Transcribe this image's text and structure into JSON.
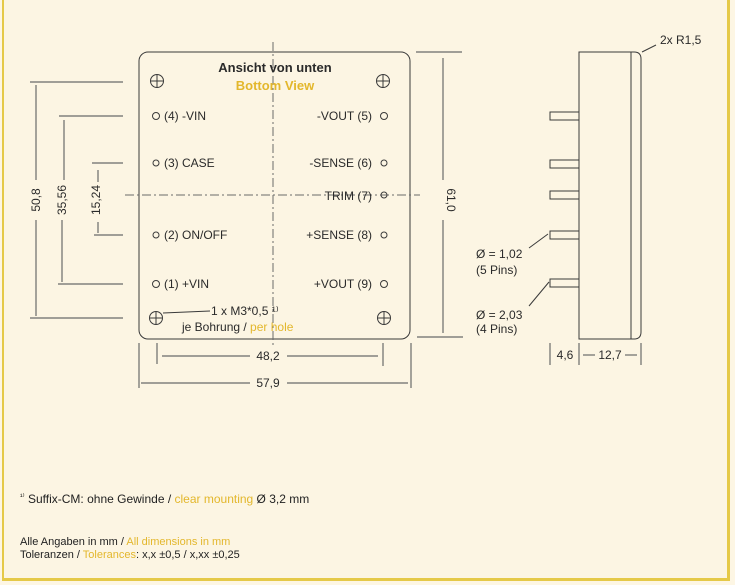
{
  "bottom_view": {
    "title_de": "Ansicht von unten",
    "title_en": "Bottom View",
    "pins_left": [
      {
        "label": "(4) -VIN"
      },
      {
        "label": "(3) CASE"
      },
      {
        "label": "(2) ON/OFF"
      },
      {
        "label": "(1) +VIN"
      }
    ],
    "pins_right": [
      {
        "label": "-VOUT (5)"
      },
      {
        "label": "-SENSE (6)"
      },
      {
        "label": "TRIM (7)"
      },
      {
        "label": "+SENSE (8)"
      },
      {
        "label": "+VOUT (9)"
      }
    ],
    "mount_hole_label": "1 x M3*0,5 ¹⁾",
    "mount_hole_sub_de": "je Bohrung / ",
    "mount_hole_sub_en": "per hole"
  },
  "dimensions": {
    "d50_8": "50,8",
    "d35_56": "35,56",
    "d15_24": "15,24",
    "d61_0": "61,0",
    "d48_2": "48,2",
    "d57_9": "57,9",
    "d4_6": "4,6",
    "d12_7": "12,7"
  },
  "side_view": {
    "radius_label": "2x R1,5",
    "pin_small_dia": "Ø = 1,02",
    "pin_small_count": "(5 Pins)",
    "pin_large_dia": "Ø = 2,03",
    "pin_large_count": "(4 Pins)"
  },
  "footnote": {
    "marker": "¹⁾",
    "text_de": " Suffix-CM: ohne Gewinde / ",
    "text_en": "clear mounting",
    "text_tail": " Ø 3,2 mm"
  },
  "notes": {
    "line1_de": "Alle Angaben in mm / ",
    "line1_en": "All dimensions in mm",
    "line2_de": "Toleranzen / ",
    "line2_en": "Tolerances",
    "line2_tail": ": x,x ±0,5 / x,xx ±0,25"
  }
}
